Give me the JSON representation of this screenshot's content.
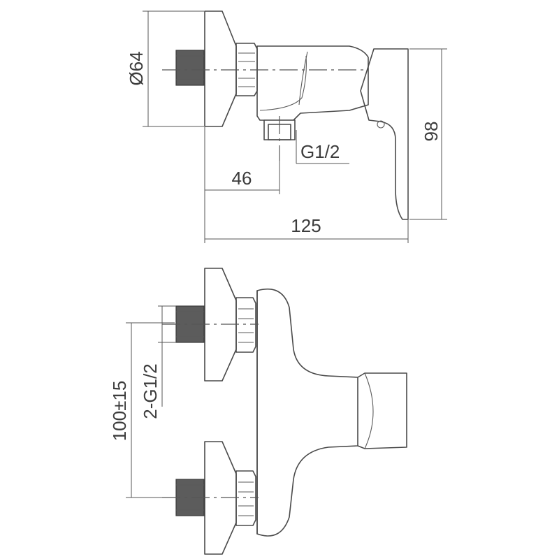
{
  "dimensions": {
    "diameter": "Ø64",
    "height": "98",
    "outlet_thread": "G1/2",
    "offset_depth": "46",
    "total_depth": "125",
    "inlet_spacing": "100±15",
    "inlet_threads": "2-G1/2"
  }
}
